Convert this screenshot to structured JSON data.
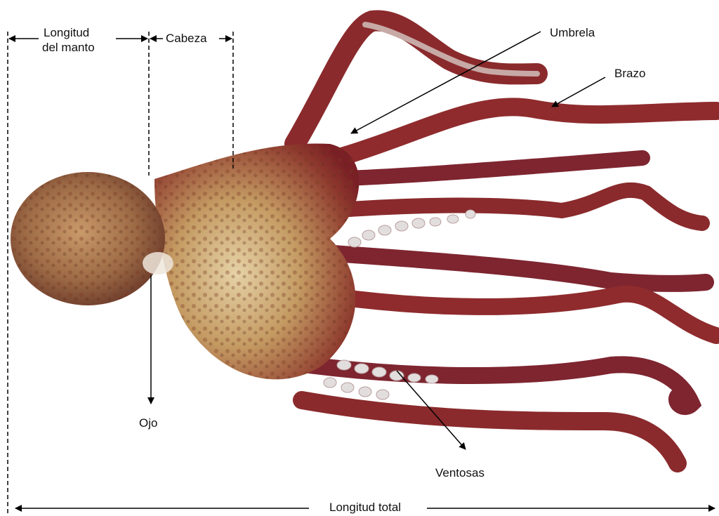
{
  "labels": {
    "longitud_manto_1": "Longitud",
    "longitud_manto_2": "del manto",
    "cabeza": "Cabeza",
    "umbrela": "Umbrela",
    "brazo": "Brazo",
    "ojo": "Ojo",
    "ventosas": "Ventosas",
    "longitud_total": "Longitud total"
  },
  "colors": {
    "skin_dark": "#7a1f25",
    "skin_mid": "#9b3a36",
    "skin_light": "#d9b98a",
    "sucker": "#e3dede",
    "annotation": "#000000"
  }
}
